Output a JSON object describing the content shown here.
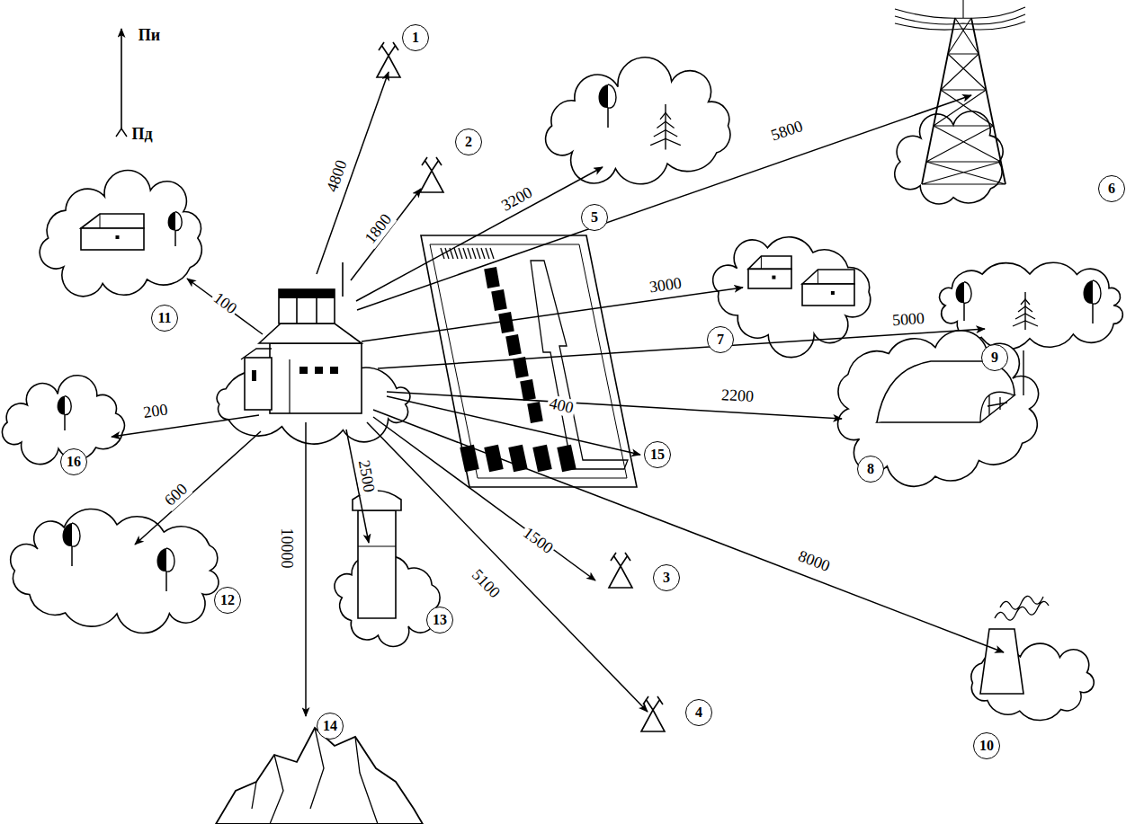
{
  "diagram": {
    "nodes": [
      {
        "text": [
          "1"
        ]
      },
      {
        "text": [
          "2"
        ]
      },
      {
        "text": [
          "3"
        ]
      },
      {
        "text": [
          "4"
        ]
      },
      {
        "text": [
          "5"
        ]
      },
      {
        "text": [
          "6"
        ]
      },
      {
        "text": [
          "7"
        ]
      },
      {
        "text": [
          "8"
        ]
      },
      {
        "text": [
          "9"
        ]
      },
      {
        "text": [
          "10"
        ]
      },
      {
        "text": [
          "11"
        ]
      },
      {
        "text": [
          "12"
        ]
      },
      {
        "text": [
          "13"
        ]
      },
      {
        "text": [
          "14"
        ]
      },
      {
        "text": [
          "15"
        ]
      },
      {
        "text": [
          "16"
        ]
      }
    ],
    "labels": [
      "Пи",
      "Пд",
      "4800",
      "1800",
      "3200",
      "5800",
      "3000",
      "5000",
      "2200",
      "400",
      "100",
      "200",
      "600",
      "10000",
      "2500",
      "1500",
      "5100",
      "8000"
    ]
  }
}
